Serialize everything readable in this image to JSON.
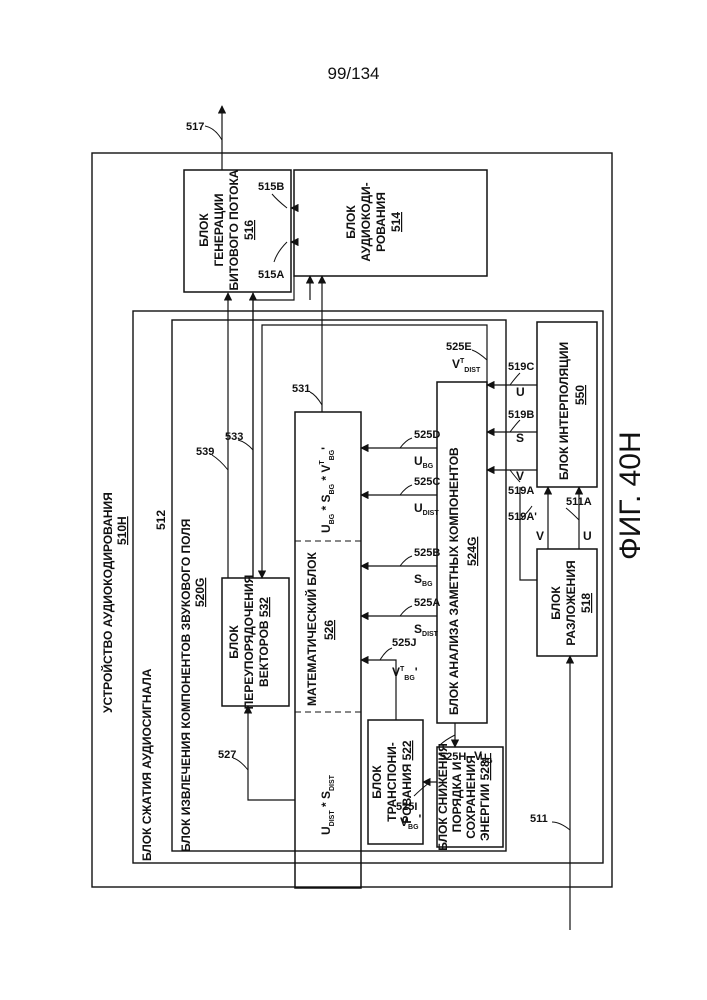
{
  "page_number": "99/134",
  "figure_label": "ФИГ. 40H",
  "blocks": {
    "device": {
      "name": "УСТРОЙСТВО АУДИОКОДИРОВАНИЯ",
      "ref": "510H"
    },
    "compression": {
      "name": "БЛОК СЖАТИЯ АУДИОСИГНАЛА",
      "ref": "512"
    },
    "extraction": {
      "name": "БЛОК ИЗВЛЕЧЕНИЯ КОМПОНЕНТОВ ЗВУКОВОГО ПОЛЯ",
      "ref": "520G"
    },
    "bitstream": {
      "line1": "БЛОК",
      "line2": "ГЕНЕРАЦИИ",
      "line3": "БИТОВОГО ПОТОКА",
      "ref": "516"
    },
    "audiocoding": {
      "line1": "БЛОК",
      "line2": "АУДИОКОДИ-",
      "line3": "РОВАНИЯ",
      "ref": "514"
    },
    "reorder": {
      "line1": "БЛОК",
      "line2": "ПЕРЕУПОРЯДОЧЕНИЯ",
      "line3": "ВЕКТОРОВ",
      "ref": "532"
    },
    "math": {
      "name": "МАТЕМАТИЧЕСКИЙ БЛОК",
      "ref": "526",
      "expr_top": "U",
      "expr_bottom": "U"
    },
    "transpose": {
      "line1": "БЛОК",
      "line2": "ТРАНСПОНИ-",
      "line3": "РОВАНИЯ",
      "ref": "522"
    },
    "reduction": {
      "line1": "БЛОК СНИЖЕНИЯ",
      "line2": "ПОРЯДКА И",
      "line3": "СОХРАНЕНИЯ",
      "line4": "ЭНЕРГИИ",
      "ref": "528F"
    },
    "analysis": {
      "name": "БЛОК АНАЛИЗА ЗАМЕТНЫХ КОМПОНЕНТОВ",
      "ref": "524G"
    },
    "decomposition": {
      "line1": "БЛОК",
      "line2": "РАЗЛОЖЕНИЯ",
      "ref": "518"
    },
    "interpolation": {
      "name": "БЛОК ИНТЕРПОЛЯЦИИ",
      "ref": "550"
    }
  },
  "labels": {
    "l517": "517",
    "l515B": "515B",
    "l515A": "515A",
    "l539": "539",
    "l533": "533",
    "l531": "531",
    "l527": "527",
    "l525J": "525J",
    "l525H": "525H",
    "l525I": "525I",
    "l525A": "525A",
    "l525B": "525B",
    "l525C": "525C",
    "l525D": "525D",
    "l525E": "525E",
    "l519A": "519A",
    "l519B": "519B",
    "l519C": "519C",
    "l519A2": "519A'",
    "l511A": "511A",
    "l511": "511"
  },
  "symbols": {
    "u": "U",
    "s": "S",
    "v": "V",
    "prime": "'",
    "star": " * ",
    "T": "T",
    "sub_dist": "DIST",
    "sub_bg": "BG"
  }
}
